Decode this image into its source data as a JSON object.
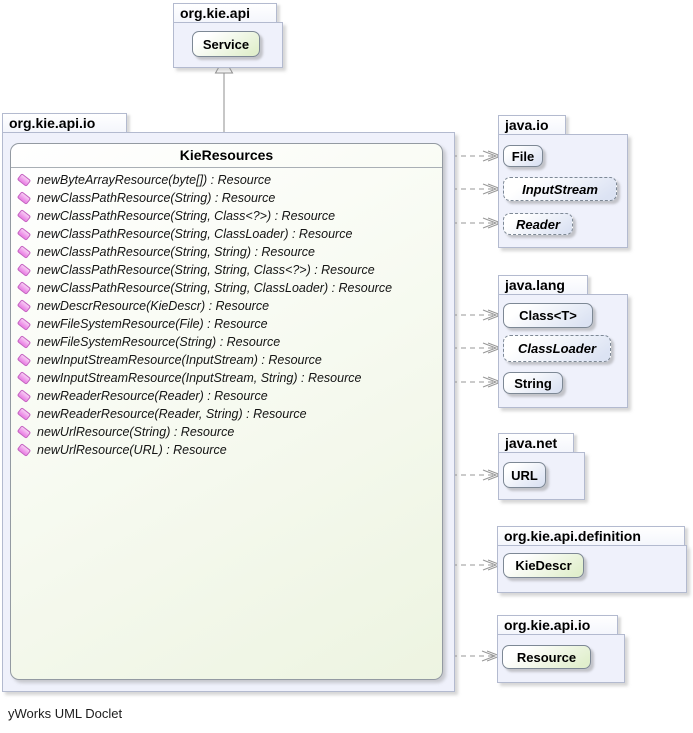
{
  "footer": "yWorks UML Doclet",
  "colors": {
    "green_node_accent": "#e1efcd",
    "blue_node_accent": "#dce3f3",
    "package_fill": "#eff1fb",
    "method_icon_pink": "#ee82ee",
    "connector_gray": "#8f8f8f"
  },
  "packages": {
    "api": {
      "name": "org.kie.api",
      "service_label": "Service"
    },
    "main": {
      "name": "org.kie.api.io"
    },
    "java_io": {
      "name": "java.io",
      "file_label": "File",
      "inputstream_label": "InputStream",
      "reader_label": "Reader"
    },
    "java_lang": {
      "name": "java.lang",
      "class_label": "Class<T>",
      "classloader_label": "ClassLoader",
      "string_label": "String"
    },
    "java_net": {
      "name": "java.net",
      "url_label": "URL"
    },
    "definition": {
      "name": "org.kie.api.definition",
      "kiedescr_label": "KieDescr"
    },
    "io_right": {
      "name": "org.kie.api.io",
      "resource_label": "Resource"
    }
  },
  "kie_resources": {
    "title": "KieResources",
    "methods": [
      "newByteArrayResource(byte[]) : Resource",
      "newClassPathResource(String) : Resource",
      "newClassPathResource(String, Class<?>) : Resource",
      "newClassPathResource(String, ClassLoader) : Resource",
      "newClassPathResource(String, String) : Resource",
      "newClassPathResource(String, String, Class<?>) : Resource",
      "newClassPathResource(String, String, ClassLoader) : Resource",
      "newDescrResource(KieDescr) : Resource",
      "newFileSystemResource(File) : Resource",
      "newFileSystemResource(String) : Resource",
      "newInputStreamResource(InputStream) : Resource",
      "newInputStreamResource(InputStream, String) : Resource",
      "newReaderResource(Reader) : Resource",
      "newReaderResource(Reader, String) : Resource",
      "newUrlResource(String) : Resource",
      "newUrlResource(URL) : Resource"
    ]
  }
}
